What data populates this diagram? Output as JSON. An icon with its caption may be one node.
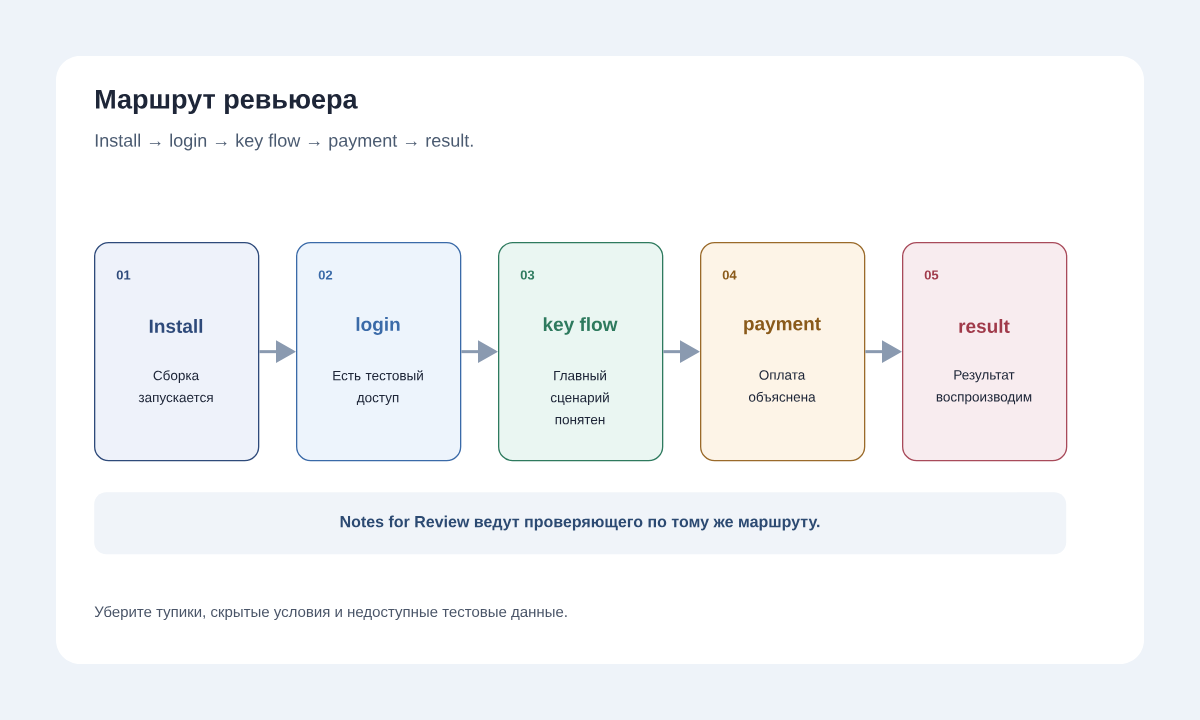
{
  "diagram": {
    "title": "Маршрут ревьюера",
    "nodes": [
      {
        "text": [
          "01",
          "Install",
          "Сборка запускается"
        ]
      },
      {
        "text": [
          "02",
          "login",
          "Есть тестовый доступ"
        ]
      },
      {
        "text": [
          "03",
          "key flow",
          "Главный сценарий понятен"
        ]
      },
      {
        "text": [
          "04",
          "payment",
          "Оплата объяснена"
        ]
      },
      {
        "text": [
          "05",
          "result",
          "Результат воспроизводим"
        ]
      },
      {
        "text": [
          "Notes for Review ведут проверяющего по тому же маршруту."
        ]
      }
    ],
    "edges": [
      {
        "from": 0,
        "to": 1,
        "arrow": "to"
      },
      {
        "from": 1,
        "to": 2,
        "arrow": "to"
      },
      {
        "from": 2,
        "to": 3,
        "arrow": "to"
      },
      {
        "from": 3,
        "to": 4,
        "arrow": "to"
      }
    ],
    "labels": [
      "Install → login → key flow → payment → result.",
      "Уберите тупики, скрытые условия и недоступные тестовые данные."
    ]
  }
}
